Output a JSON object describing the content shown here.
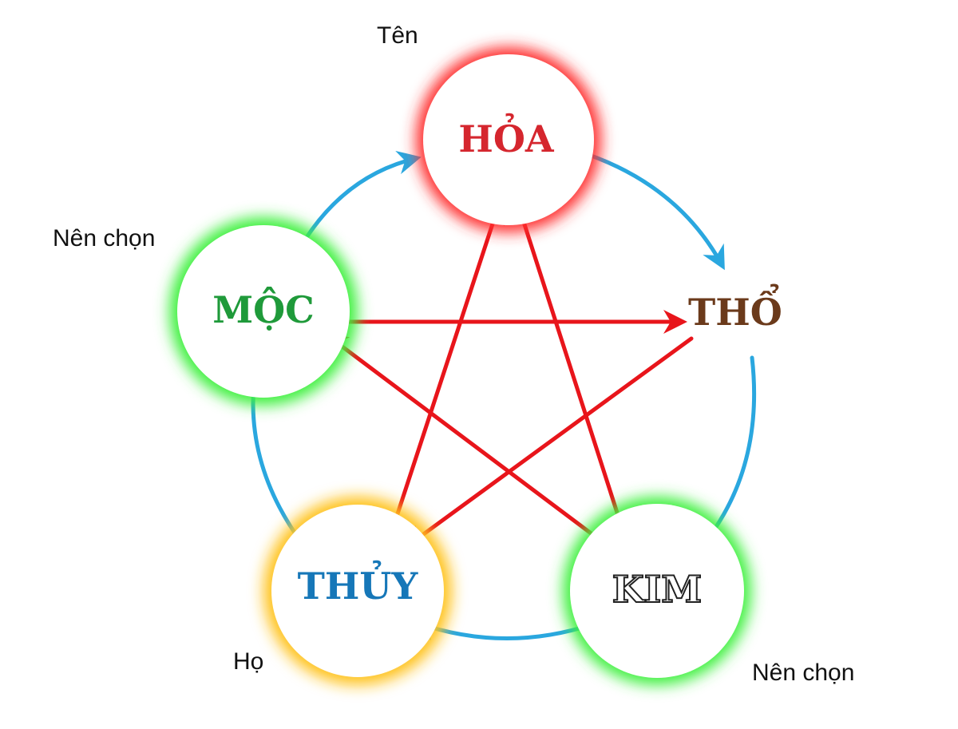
{
  "elements": {
    "hoa": {
      "label": "HỎA",
      "color": "#d5262e",
      "glow": "#ff2d2d"
    },
    "moc": {
      "label": "MỘC",
      "color": "#1f9a3a",
      "glow": "#3cf03c"
    },
    "tho": {
      "label": "THỔ",
      "color": "#6b3a1b",
      "glow": ""
    },
    "kim": {
      "label": "KIM",
      "color": "#ffffff",
      "stroke": "#222222",
      "glow": "#3cf03c"
    },
    "thuy": {
      "label": "THỦY",
      "color": "#1677b8",
      "glow": "#ffc21a"
    }
  },
  "annotations": {
    "ten": "Tên",
    "nen_chon_left": "Nên chọn",
    "ho": "Họ",
    "nen_chon_right": "Nên chọn"
  },
  "colors": {
    "generating_arrow": "#2aa7df",
    "controlling_arrow": "#e8151b"
  }
}
